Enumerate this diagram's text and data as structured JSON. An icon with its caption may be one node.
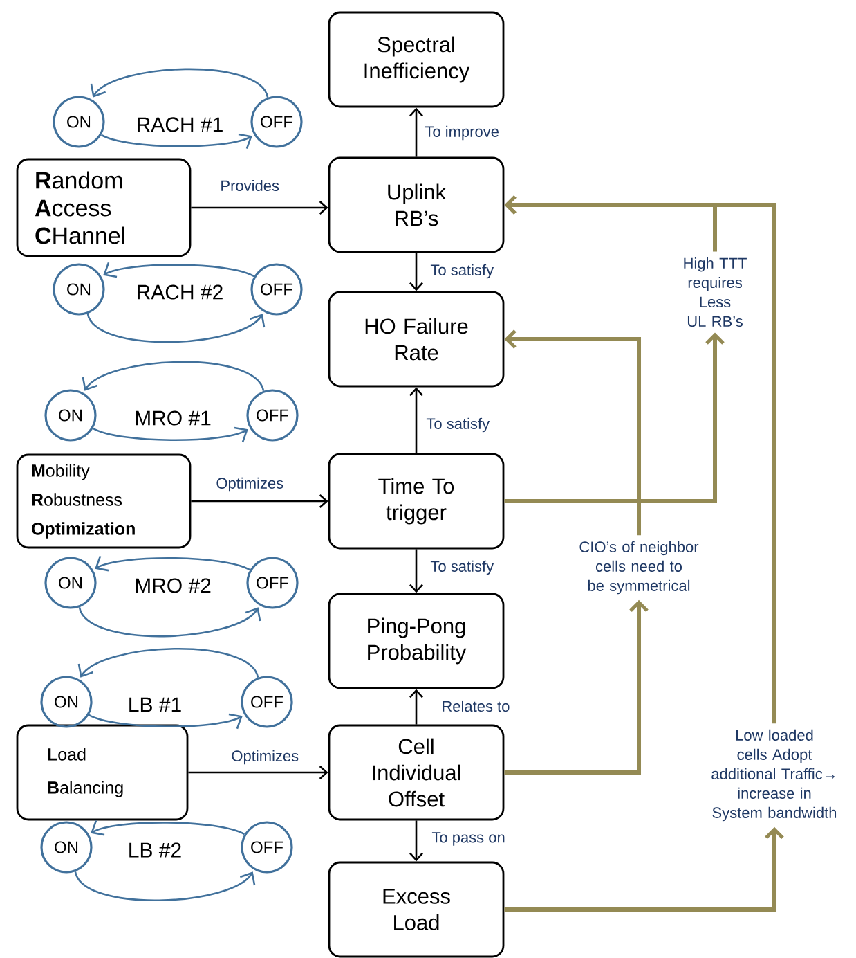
{
  "diagram": {
    "nodes": [
      {
        "text": [
          "Spectral Inefficiency"
        ]
      },
      {
        "text": [
          "Uplink RB’s"
        ]
      },
      {
        "text": [
          "HO Failure Rate"
        ]
      },
      {
        "text": [
          "Time To trigger"
        ]
      },
      {
        "text": [
          "Ping-Pong Probability"
        ]
      },
      {
        "text": [
          "Cell Individual Offset"
        ]
      },
      {
        "text": [
          "Excess Load"
        ]
      },
      {
        "text": [
          "**R**andom **A**ccess **C**Hannel"
        ]
      },
      {
        "text": [
          "ON"
        ]
      },
      {
        "text": [
          "OFF"
        ]
      },
      {
        "text": [
          "ON"
        ]
      },
      {
        "text": [
          "OFF"
        ]
      },
      {
        "text": [
          "**M**obility **R**obustness **Optimization**"
        ]
      },
      {
        "text": [
          "ON"
        ]
      },
      {
        "text": [
          "OFF"
        ]
      },
      {
        "text": [
          "ON"
        ]
      },
      {
        "text": [
          "OFF"
        ]
      },
      {
        "text": [
          "**L**oad **B**alancing"
        ]
      },
      {
        "text": [
          "ON"
        ]
      },
      {
        "text": [
          "OFF"
        ]
      },
      {
        "text": [
          "ON"
        ]
      },
      {
        "text": [
          "OFF"
        ]
      },
      {
        "text": [
          "High TTT requires Less UL RB’s"
        ]
      },
      {
        "text": [
          "CIO’s of neighbor cells need to be symmetrical"
        ]
      },
      {
        "text": [
          "Low loaded cells Adopt additional Traffic→ increase in System bandwidth"
        ]
      }
    ],
    "edges": [
      {
        "from": 1,
        "to": 0,
        "arrow": "to",
        "label": "To improve",
        "color": "#000000"
      },
      {
        "from": 1,
        "to": 2,
        "arrow": "to",
        "label": "To satisfy",
        "color": "#000000"
      },
      {
        "from": 3,
        "to": 2,
        "arrow": "to",
        "label": "To satisfy",
        "color": "#000000"
      },
      {
        "from": 3,
        "to": 4,
        "arrow": "to",
        "label": "To satisfy",
        "color": "#000000"
      },
      {
        "from": 5,
        "to": 4,
        "arrow": "to",
        "label": "Relates to",
        "color": "#000000"
      },
      {
        "from": 5,
        "to": 6,
        "arrow": "to",
        "label": "To pass on",
        "color": "#000000"
      },
      {
        "from": 7,
        "to": 1,
        "arrow": "to",
        "label": "Provides",
        "color": "#000000"
      },
      {
        "from": 12,
        "to": 3,
        "arrow": "to",
        "label": "Optimizes",
        "color": "#000000"
      },
      {
        "from": 17,
        "to": 5,
        "arrow": "to",
        "label": "Optimizes",
        "color": "#000000"
      },
      {
        "from": 3,
        "to": 22,
        "arrow": "to",
        "style": "thick",
        "color": "#948a54"
      },
      {
        "from": 22,
        "to": 1,
        "arrow": "to",
        "style": "thick",
        "color": "#948a54"
      },
      {
        "from": 24,
        "to": 1,
        "arrow": "to",
        "style": "thick",
        "color": "#948a54"
      },
      {
        "from": 5,
        "to": 23,
        "arrow": "to",
        "style": "thick",
        "color": "#948a54"
      },
      {
        "from": 23,
        "to": 2,
        "arrow": "to",
        "style": "thick",
        "color": "#948a54"
      },
      {
        "from": 6,
        "to": 24,
        "arrow": "to",
        "style": "thick",
        "color": "#948a54"
      },
      {
        "from": 9,
        "to": 8,
        "arrow": "to"
      },
      {
        "from": 8,
        "to": 9,
        "arrow": "to"
      },
      {
        "from": 11,
        "to": 10,
        "arrow": "to"
      },
      {
        "from": 10,
        "to": 11,
        "arrow": "to"
      },
      {
        "from": 14,
        "to": 13,
        "arrow": "to"
      },
      {
        "from": 13,
        "to": 14,
        "arrow": "to"
      },
      {
        "from": 16,
        "to": 15,
        "arrow": "to"
      },
      {
        "from": 15,
        "to": 16,
        "arrow": "to"
      },
      {
        "from": 19,
        "to": 18,
        "arrow": "to"
      },
      {
        "from": 18,
        "to": 19,
        "arrow": "to"
      },
      {
        "from": 21,
        "to": 20,
        "arrow": "to"
      },
      {
        "from": 20,
        "to": 21,
        "arrow": "to"
      }
    ],
    "labels": [
      "RACH #1",
      "RACH #2",
      "MRO #1",
      "MRO #2",
      "LB #1",
      "LB #2"
    ]
  }
}
